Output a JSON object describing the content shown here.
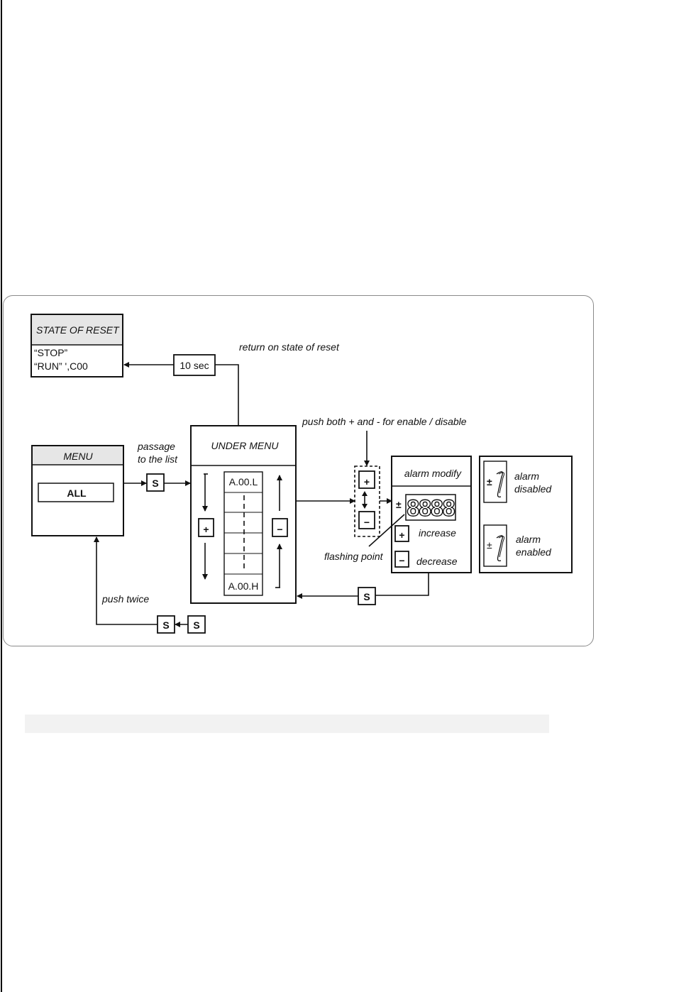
{
  "state_of_reset": {
    "title": "STATE OF RESET",
    "line1": "“STOP”",
    "line2": "“RUN” ',C00"
  },
  "timer_box": "10 sec",
  "return_label": "return on state of reset",
  "menu": {
    "title": "MENU",
    "value": "ALL"
  },
  "passage_label": {
    "line1": "passage",
    "line2": "to the list"
  },
  "s_key": "S",
  "under_menu": {
    "title": "UNDER MENU",
    "list_first": "A.00.L",
    "list_last": "A.00.H",
    "plus": "+",
    "minus": "−"
  },
  "push_both_label": "push both  + and  - for enable / disable",
  "alarm_modify": {
    "title": "alarm modify",
    "digits": "8888",
    "increase": "increase",
    "decrease": "decrease"
  },
  "flashing_point_label": "flashing point",
  "alarm_states": {
    "disabled": {
      "line1": "alarm",
      "line2": "disabled"
    },
    "enabled": {
      "line1": "alarm",
      "line2": "enabled"
    }
  },
  "push_twice_label": "push twice",
  "colors": {
    "header_fill": "#e6e6e6",
    "stroke": "#111111",
    "frame": "#8a8a8a"
  }
}
